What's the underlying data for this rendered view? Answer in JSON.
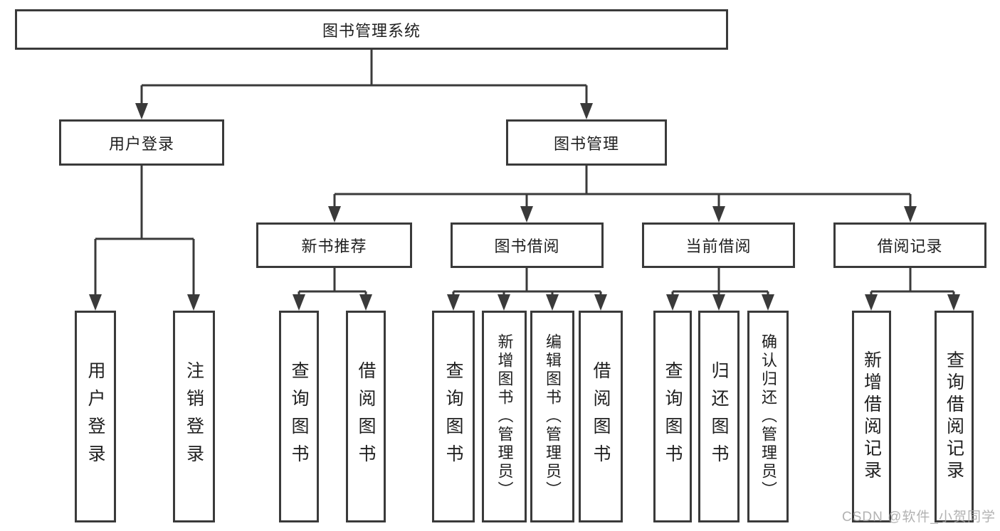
{
  "diagram": {
    "root": {
      "label": "图书管理系统",
      "children": [
        {
          "label": "用户登录",
          "children": [
            {
              "label": "用户登录"
            },
            {
              "label": "注销登录"
            }
          ]
        },
        {
          "label": "图书管理",
          "children": [
            {
              "label": "新书推荐",
              "children": [
                {
                  "label": "查询图书"
                },
                {
                  "label": "借阅图书"
                }
              ]
            },
            {
              "label": "图书借阅",
              "children": [
                {
                  "label": "查询图书"
                },
                {
                  "label": "新增图书（管理员）"
                },
                {
                  "label": "编辑图书（管理员）"
                },
                {
                  "label": "借阅图书"
                }
              ]
            },
            {
              "label": "当前借阅",
              "children": [
                {
                  "label": "查询图书"
                },
                {
                  "label": "归还图书"
                },
                {
                  "label": "确认归还（管理员）"
                }
              ]
            },
            {
              "label": "借阅记录",
              "children": [
                {
                  "label": "新增借阅记录"
                },
                {
                  "label": "查询借阅记录"
                }
              ]
            }
          ]
        }
      ]
    },
    "watermark": "CSDN @软件_小贺同学",
    "colors": {
      "line": "#3a3a3a",
      "box_border": "#3a3a3a",
      "text": "#1f1f1f",
      "background": "#ffffff",
      "watermark": "#a5a5a5"
    }
  }
}
